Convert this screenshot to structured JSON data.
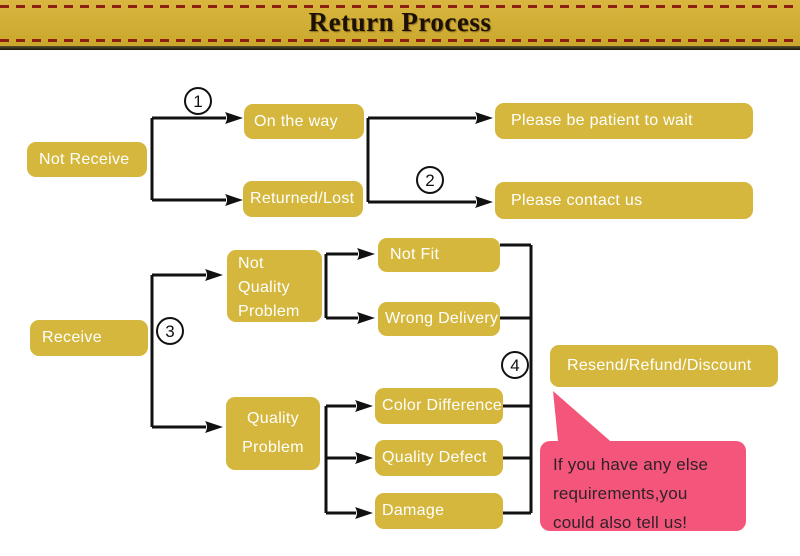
{
  "header": {
    "title": "Return Process"
  },
  "colors": {
    "banner": "#d5b02f",
    "banner-dash": "#8e1d12",
    "title": "#1d1105",
    "gold": "#d4b73c",
    "node-text": "#ffffff",
    "line": "#111111",
    "pink": "#f4567b",
    "bubble-text": "#2e2228"
  },
  "steps": [
    {
      "label": "1"
    },
    {
      "label": "2"
    },
    {
      "label": "3"
    },
    {
      "label": "4"
    }
  ],
  "nodes": {
    "not_receive": "Not Receive",
    "on_the_way": "On the way",
    "returned_lost": "Returned/Lost",
    "wait": "Please be patient to wait",
    "contact": "Please contact us",
    "receive": "Receive",
    "not_quality_problem": "Not Quality Problem",
    "not_fit": "Not Fit",
    "wrong_delivery": "Wrong Delivery",
    "quality_problem": "Quality Problem",
    "color_difference": "Color Difference",
    "quality_defect": "Quality Defect",
    "damage": "Damage",
    "resend": "Resend/Refund/Discount"
  },
  "bubble": {
    "line1": "If you have any else",
    "line2": "requirements,you",
    "line3": "could also tell us!"
  }
}
